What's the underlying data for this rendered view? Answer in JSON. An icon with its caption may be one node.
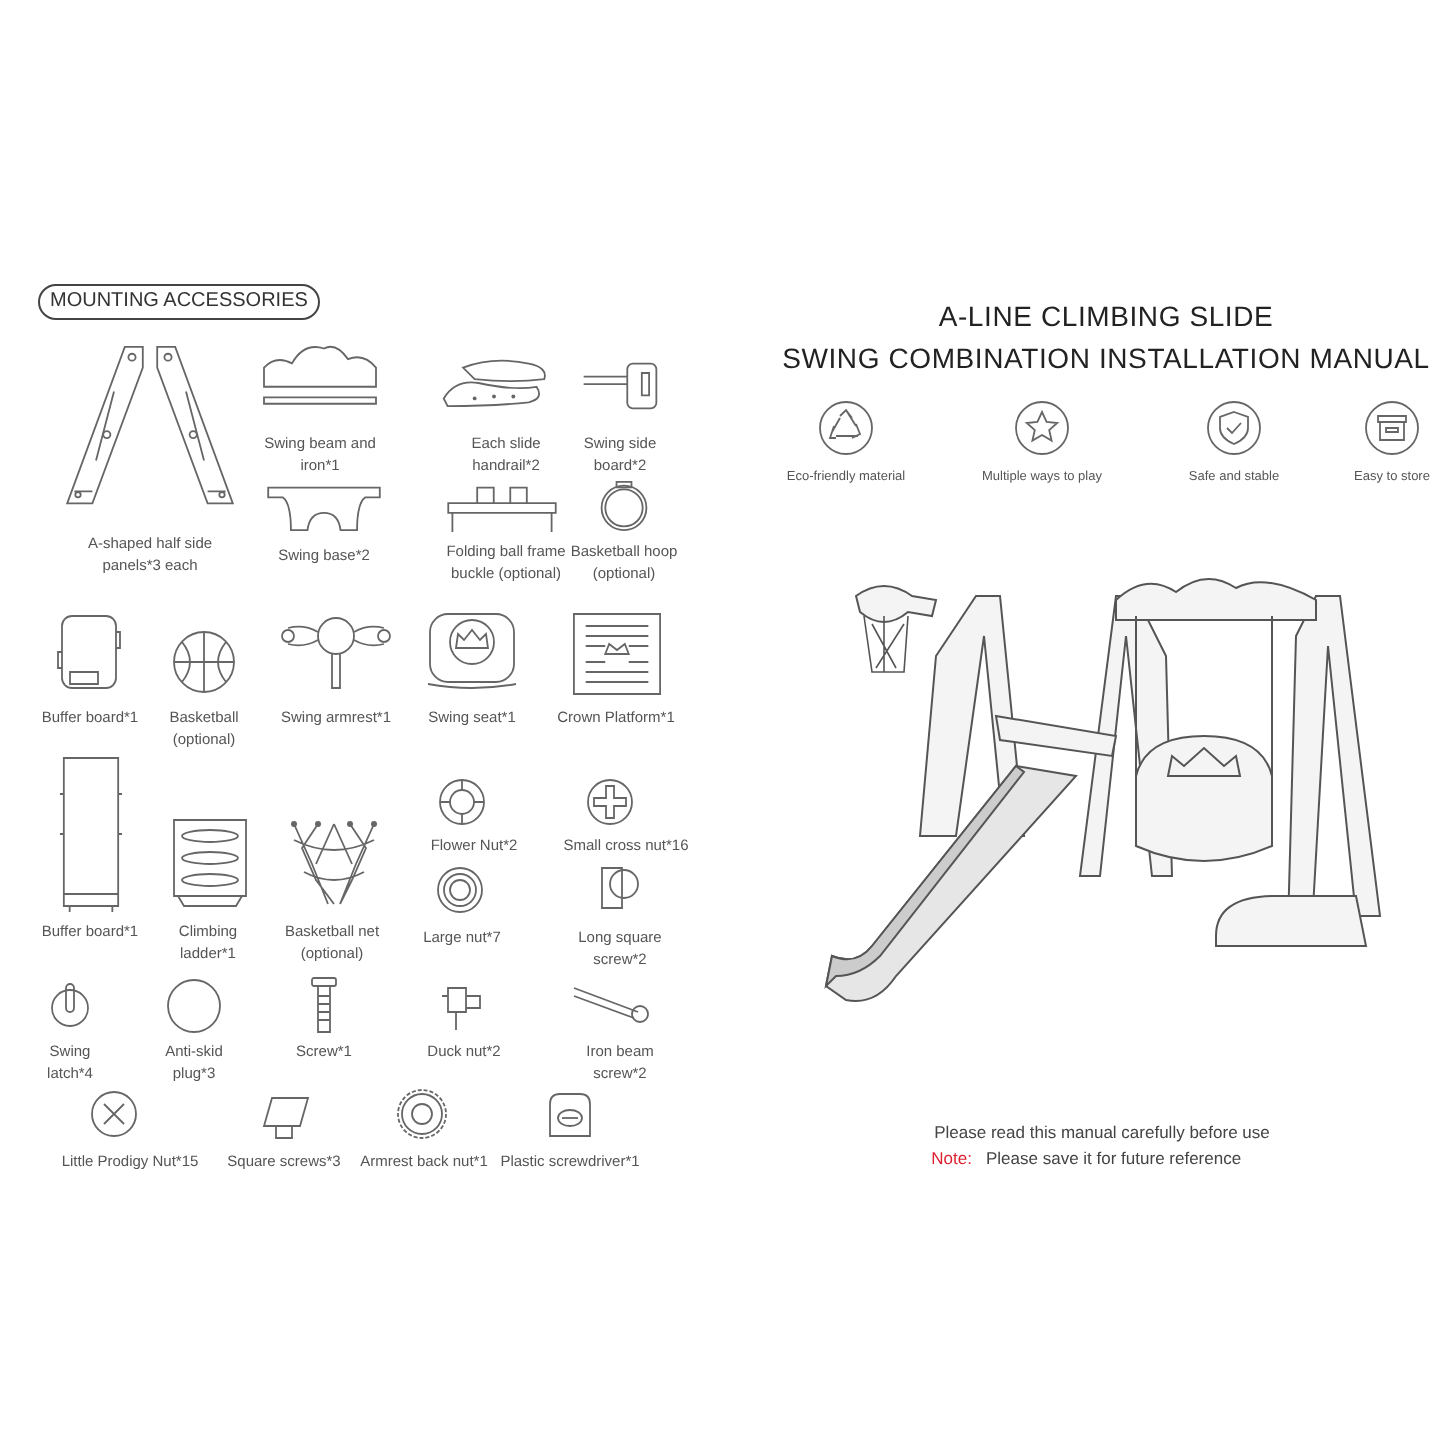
{
  "diagram": {
    "title": "A-LINE CLIMBING SLIDE SWING COMBINATION INSTALLATION MANUAL",
    "nodes": [
      {
        "text": [
          "MOUNTING ACCESSORIES"
        ]
      }
    ],
    "labels": [
      "A-shaped half side panels*3 each",
      "Swing beam and iron*1",
      "Each slide handrail*2",
      "Swing side board*2",
      "Swing base*2",
      "Folding ball frame buckle (optional)",
      "Basketball hoop (optional)",
      "Buffer board*1",
      "Basketball (optional)",
      "Swing armrest*1",
      "Swing seat*1",
      "Crown Platform*1",
      "Flower Nut*2",
      "Small cross nut*16",
      "Buffer board*1",
      "Climbing ladder*1",
      "Basketball net (optional)",
      "Large nut*7",
      "Long square screw*2",
      "Swing latch*4",
      "Anti-skid plug*3",
      "Screw*1",
      "Duck nut*2",
      "Iron beam screw*2",
      "Little Prodigy Nut*15",
      "Square screws*3",
      "Armrest back nut*1",
      "Plastic screwdriver*1",
      "Eco-friendly material",
      "Multiple ways to play",
      "Safe and stable",
      "Easy to store",
      "Please read this manual carefully before use",
      "Note:",
      "Please save it for future reference"
    ]
  }
}
